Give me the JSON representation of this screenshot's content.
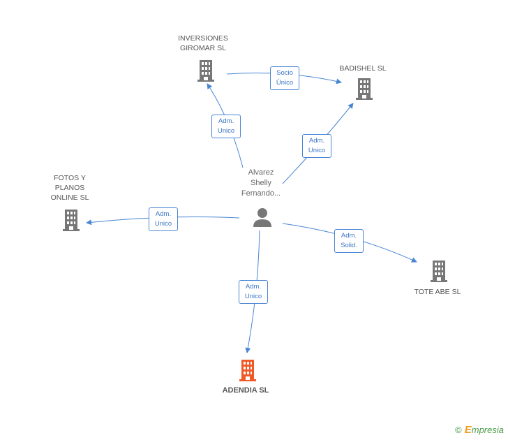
{
  "person": {
    "name": "Alvarez Shelly Fernando...",
    "lines": [
      "Alvarez",
      "Shelly",
      "Fernando..."
    ]
  },
  "companies": {
    "inversiones": {
      "lines": [
        "INVERSIONES",
        "GIROMAR SL"
      ]
    },
    "badishel": {
      "lines": [
        "BADISHEL SL"
      ]
    },
    "fotos": {
      "lines": [
        "FOTOS Y",
        "PLANOS",
        "ONLINE SL"
      ]
    },
    "tote": {
      "lines": [
        "TOTE ABE SL"
      ]
    },
    "adendia": {
      "lines": [
        "ADENDIA SL"
      ]
    }
  },
  "relations": {
    "socio_unico": [
      "Socio",
      "Único"
    ],
    "adm_inversiones": [
      "Adm.",
      "Unico"
    ],
    "adm_badishel": [
      "Adm.",
      "Unico"
    ],
    "adm_fotos": [
      "Adm.",
      "Unico"
    ],
    "adm_tote": [
      "Adm.",
      "Solid."
    ],
    "adm_adendia": [
      "Adm.",
      "Unico"
    ]
  },
  "footer": {
    "copyright": "©",
    "brand_initial": "E",
    "brand_rest": "mpresia"
  },
  "colors": {
    "edge": "#4a86d4",
    "building": "#777777",
    "building_main": "#f05a28"
  }
}
